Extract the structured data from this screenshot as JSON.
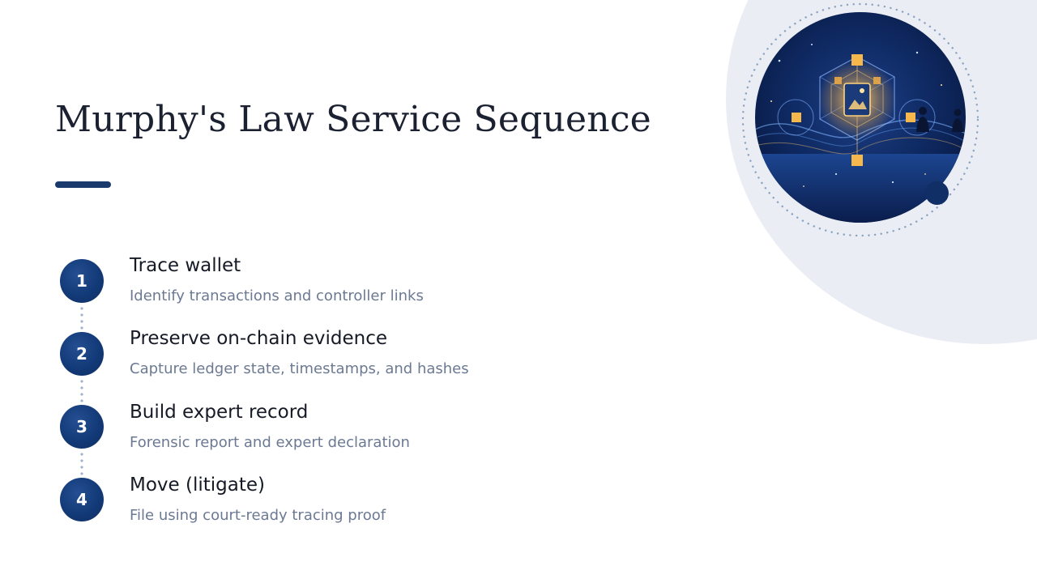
{
  "slide": {
    "title": "Murphy's Law Service Sequence"
  },
  "steps": [
    {
      "number": "1",
      "title": "Trace wallet",
      "description": "Identify transactions and controller links"
    },
    {
      "number": "2",
      "title": "Preserve on-chain evidence",
      "description": "Capture ledger state, timestamps, and hashes"
    },
    {
      "number": "3",
      "title": "Build expert record",
      "description": "Forensic report and expert declaration"
    },
    {
      "number": "4",
      "title": "Move (litigate)",
      "description": "File using court-ready tracing proof"
    }
  ],
  "colors": {
    "accent": "#1a3a6e",
    "badge": "#133a78",
    "title_text": "#1b2131",
    "description_text": "#6b7a92",
    "background_blob": "#eaedf3"
  },
  "icons": {
    "hero_image": "blockchain-network-illustration"
  }
}
